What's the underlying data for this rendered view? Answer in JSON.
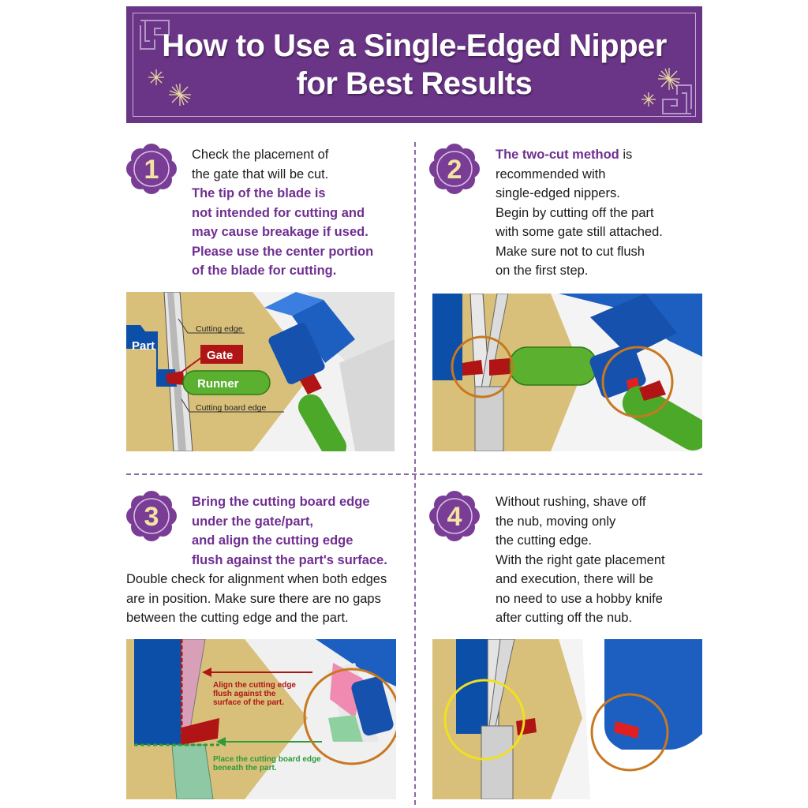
{
  "header": {
    "title_line1": "How to Use a Single-Edged Nipper",
    "title_line2": "for Best Results"
  },
  "colors": {
    "banner": "#6a3586",
    "accent_purple": "#6f2f91",
    "badge_fill": "#7a3d96",
    "badge_number": "#f2e4a2",
    "plastic_tan": "#d9c07a",
    "part_blue": "#0b4fa8",
    "runner_green": "#5cb030",
    "gate_red": "#b01414",
    "circle_orange": "#c87820",
    "circle_yellow": "#f0e020"
  },
  "steps": [
    {
      "number": "1",
      "lines": [
        {
          "text": "Check the placement of",
          "style": "normal"
        },
        {
          "text": "the gate that will be cut.",
          "style": "normal"
        },
        {
          "text": "The tip of the blade is",
          "style": "purple"
        },
        {
          "text": "not intended for cutting and",
          "style": "purple"
        },
        {
          "text": "may cause breakage if used.",
          "style": "purple"
        },
        {
          "text": "Please use the center portion",
          "style": "purple"
        },
        {
          "text": "of the blade for cutting.",
          "style": "purple"
        }
      ],
      "labels": {
        "part": "Part",
        "cutting_edge": "Cutting edge",
        "gate": "Gate",
        "runner": "Runner",
        "cutting_board_edge": "Cutting board edge"
      }
    },
    {
      "number": "2",
      "lines": [
        {
          "parts": [
            {
              "text": "The two-cut method",
              "style": "purple"
            },
            {
              "text": " is",
              "style": "normal"
            }
          ]
        },
        {
          "text": "recommended with",
          "style": "normal"
        },
        {
          "text": "single-edged nippers.",
          "style": "normal"
        },
        {
          "text": "Begin by cutting off the part",
          "style": "normal"
        },
        {
          "text": "with some gate still attached.",
          "style": "normal"
        },
        {
          "text": "Make sure not to cut flush",
          "style": "normal"
        },
        {
          "text": "on the first step.",
          "style": "normal"
        }
      ]
    },
    {
      "number": "3",
      "lines": [
        {
          "text": "Bring the cutting board edge",
          "style": "purple"
        },
        {
          "text": "under the gate/part,",
          "style": "purple"
        },
        {
          "text": "and align the cutting edge",
          "style": "purple"
        },
        {
          "text": "flush against the part's surface.",
          "style": "purple"
        },
        {
          "text": "Double check for alignment when both edges",
          "style": "normal"
        },
        {
          "text": "are in position. Make sure there are no gaps",
          "style": "normal"
        },
        {
          "text": "between the cutting edge and the part.",
          "style": "normal"
        }
      ],
      "labels": {
        "align_line1": "Align the cutting edge",
        "align_line2": "flush against the",
        "align_line3": "surface of the part.",
        "place_line1": "Place the cutting board edge",
        "place_line2": "beneath the part."
      }
    },
    {
      "number": "4",
      "lines": [
        {
          "text": "Without rushing, shave off",
          "style": "normal"
        },
        {
          "text": "the nub, moving only",
          "style": "normal"
        },
        {
          "text": "the cutting edge.",
          "style": "normal"
        },
        {
          "text": "With the right gate placement",
          "style": "normal"
        },
        {
          "text": "and execution, there will be",
          "style": "normal"
        },
        {
          "text": "no need to use a hobby knife",
          "style": "normal"
        },
        {
          "text": "after cutting off the nub.",
          "style": "normal"
        }
      ]
    }
  ]
}
